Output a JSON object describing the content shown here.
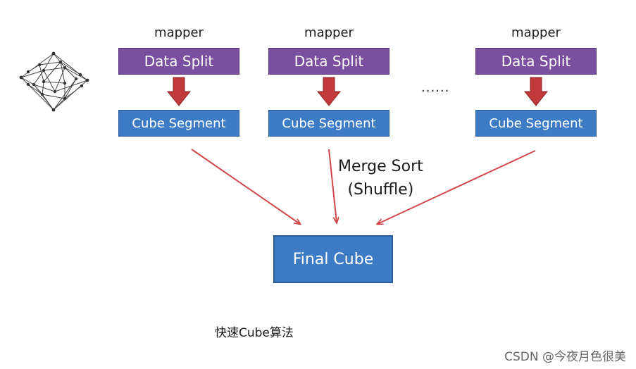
{
  "mapper_columns": [
    {
      "mapper_label": "mapper",
      "split_label": "Data Split",
      "segment_label": "Cube Segment"
    },
    {
      "mapper_label": "mapper",
      "split_label": "Data Split",
      "segment_label": "Cube Segment"
    },
    {
      "mapper_label": "mapper",
      "split_label": "Data Split",
      "segment_label": "Cube Segment"
    }
  ],
  "ellipsis": "......",
  "merge_label": {
    "line1": "Merge Sort",
    "line2": "(Shuffle)"
  },
  "final_label": "Final Cube",
  "caption": "快速Cube算法",
  "watermark": "CSDN @今夜月色很美",
  "colors": {
    "split_fill": "#7b4fa0",
    "segment_fill": "#3d7cc4",
    "down_arrow": "#c0393b",
    "merge_arrow": "#d0484a"
  },
  "icons": {
    "cube_lattice": "cube-lattice-icon"
  }
}
